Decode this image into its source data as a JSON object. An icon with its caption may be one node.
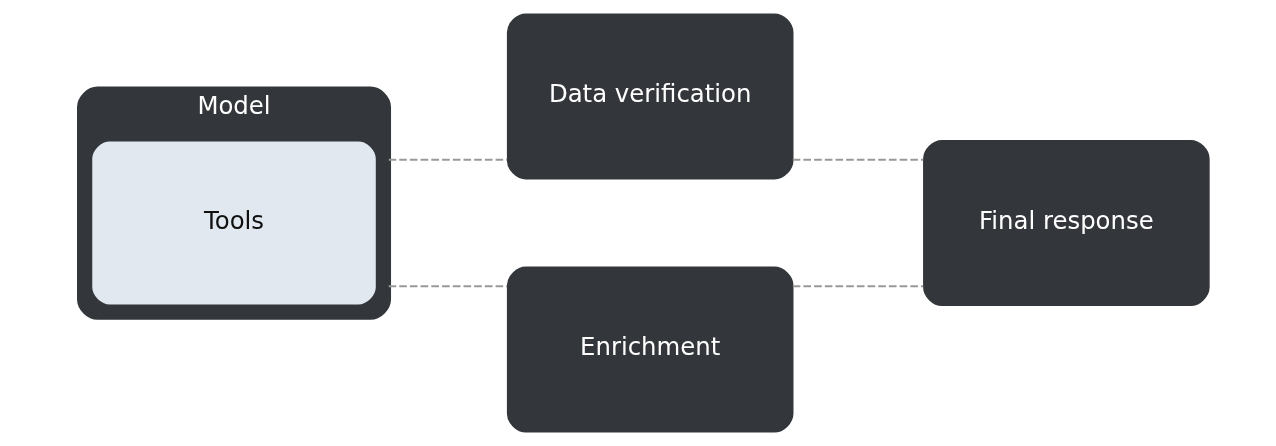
{
  "diagram": {
    "nodes": [
      {
        "text": [
          "Model"
        ]
      },
      {
        "text": [
          "Tools"
        ],
        "in": 0
      },
      {
        "text": [
          "Data verification"
        ]
      },
      {
        "text": [
          "Enrichment"
        ]
      },
      {
        "text": [
          "Final response"
        ]
      }
    ],
    "edges": [
      {
        "from": 0,
        "to": 2,
        "arrow": "none",
        "style": "dashed"
      },
      {
        "from": 0,
        "to": 3,
        "arrow": "none",
        "style": "dashed"
      },
      {
        "from": 2,
        "to": 4,
        "arrow": "none",
        "style": "dashed"
      },
      {
        "from": 3,
        "to": 4,
        "arrow": "none",
        "style": "dashed"
      }
    ]
  }
}
